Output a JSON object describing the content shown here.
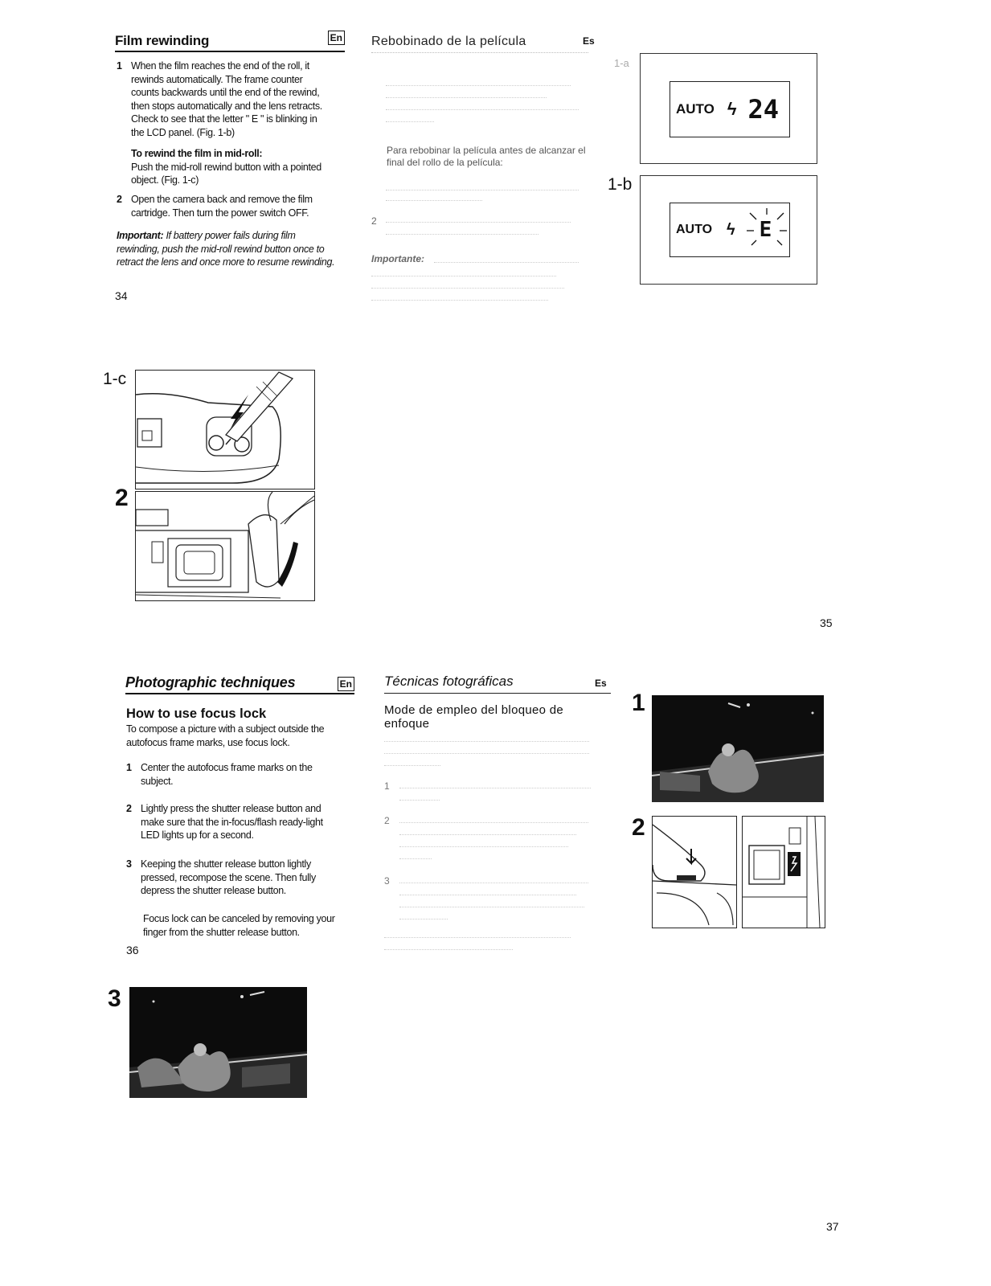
{
  "p34": {
    "title": "Film rewinding",
    "lang": "En",
    "step1_num": "1",
    "step1": "When the film reaches the end of the roll, it rewinds automatically. The frame counter counts backwards until the end of the rewind, then stops automatically and the lens retracts. Check to see that the letter \" E \" is blinking in the LCD panel. (Fig. 1-b)",
    "midroll_title": "To rewind the film in mid-roll:",
    "midroll_text": "Push the mid-roll rewind button with a pointed object. (Fig. 1-c)",
    "step2_num": "2",
    "step2": "Open the camera back and remove the film cartridge. Then turn the power switch OFF.",
    "important_label": "Important:",
    "important_text": "If battery power fails during film rewinding, push the mid-roll rewind button once to retract the lens and once more to resume rewinding.",
    "page": "34"
  },
  "p35": {
    "title": "Rebobinado de la película",
    "lang": "Es",
    "midroll_text": "Para rebobinar la película antes de alcanzar el final del rollo de la película:",
    "step2_num": "2",
    "important_label": "Importante:",
    "fig_1a": "1-a",
    "fig_1b": "1-b",
    "lcd_auto": "AUTO",
    "lcd_count": "24",
    "lcd_e": "E",
    "page": "35"
  },
  "figs_left": {
    "fig_1c": "1-c",
    "fig_2": "2"
  },
  "p36": {
    "title": "Photographic techniques",
    "lang": "En",
    "subtitle": "How to use focus lock",
    "intro": "To compose a picture with a subject outside the autofocus frame marks, use focus lock.",
    "step1_num": "1",
    "step1": "Center the autofocus frame marks on the subject.",
    "step2_num": "2",
    "step2": "Lightly press the shutter release button and make sure that the in-focus/flash ready-light LED lights up for a second.",
    "step3_num": "3",
    "step3": "Keeping the shutter release button lightly pressed, recompose the scene. Then fully depress the shutter release button.",
    "note": "Focus lock can be canceled by removing your finger from the shutter release button.",
    "page": "36"
  },
  "p37": {
    "title": "Técnicas fotográficas",
    "lang": "Es",
    "subtitle": "Mode de empleo del bloqueo de enfoque",
    "step1_num": "1",
    "step2_num": "2",
    "step3_num": "3",
    "fig_1": "1",
    "fig_2": "2",
    "page": "37"
  },
  "fig3": {
    "label": "3"
  }
}
